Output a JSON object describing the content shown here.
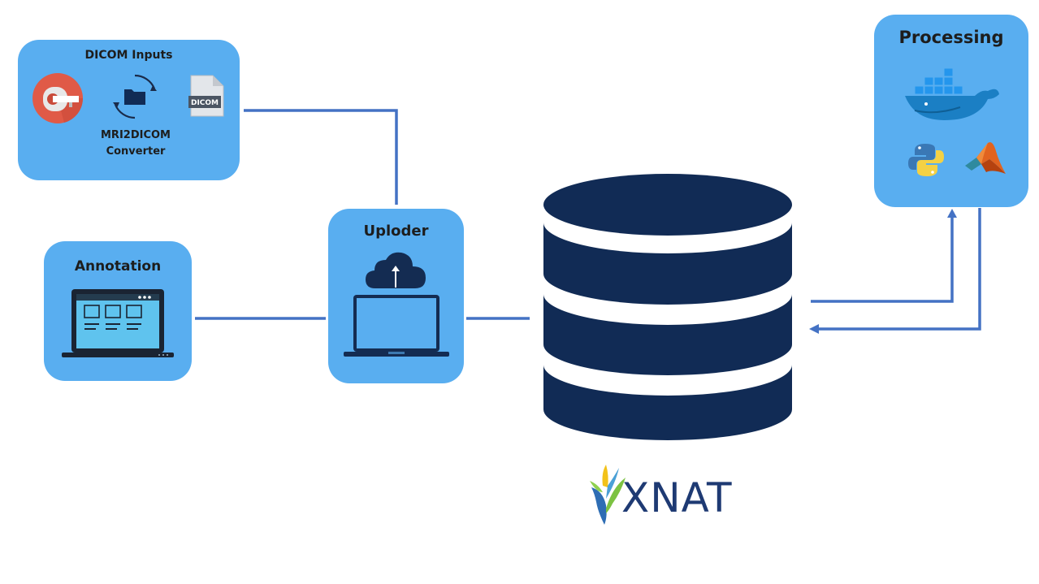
{
  "panels": {
    "dicom_inputs": {
      "title": "DICOM Inputs",
      "converter_label_line1": "MRI2DICOM",
      "converter_label_line2": "Converter",
      "file_badge": "DICOM",
      "icons": [
        "mri-scanner-icon",
        "folder-sync-icon",
        "dicom-file-icon"
      ]
    },
    "annotation": {
      "title": "Annotation",
      "icons": [
        "laptop-annotation-icon"
      ]
    },
    "uploader": {
      "title": "Uploder",
      "icons": [
        "cloud-upload-icon",
        "laptop-icon"
      ]
    },
    "processing": {
      "title": "Processing",
      "icons": [
        "docker-icon",
        "python-icon",
        "matlab-icon"
      ]
    }
  },
  "database": {
    "icon": "database-icon"
  },
  "logo": {
    "text": "XNAT",
    "icon": "xnat-leaf-logo"
  },
  "colors": {
    "panel": "#59aef0",
    "connector": "#4472c4",
    "database": "#112b55",
    "mri_circle": "#e05a47",
    "xnat_text": "#1e3a73"
  }
}
